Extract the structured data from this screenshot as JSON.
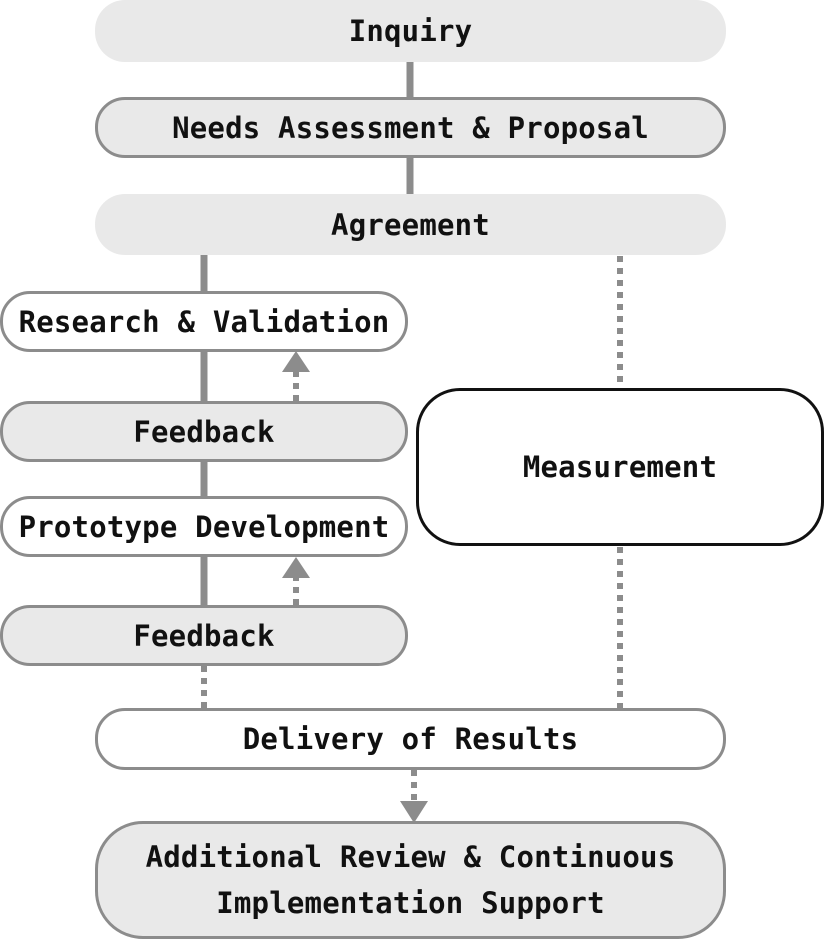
{
  "diagram": {
    "nodes": {
      "inquiry": "Inquiry",
      "needs_assessment": "Needs Assessment & Proposal",
      "agreement": "Agreement",
      "research_validation": "Research & Validation",
      "feedback_1": "Feedback",
      "prototype_development": "Prototype Development",
      "feedback_2": "Feedback",
      "measurement": "Measurement",
      "delivery": "Delivery of Results",
      "additional_review": {
        "line1": "Additional Review & Continuous",
        "line2": "Implementation Support"
      }
    },
    "edges": [
      {
        "from": "inquiry",
        "to": "needs_assessment",
        "style": "solid"
      },
      {
        "from": "needs_assessment",
        "to": "agreement",
        "style": "solid"
      },
      {
        "from": "agreement",
        "to": "research_validation",
        "style": "solid"
      },
      {
        "from": "research_validation",
        "to": "feedback_1",
        "style": "solid"
      },
      {
        "from": "feedback_1",
        "to": "research_validation",
        "style": "dotted-arrow"
      },
      {
        "from": "feedback_1",
        "to": "prototype_development",
        "style": "solid"
      },
      {
        "from": "prototype_development",
        "to": "feedback_2",
        "style": "solid"
      },
      {
        "from": "feedback_2",
        "to": "prototype_development",
        "style": "dotted-arrow"
      },
      {
        "from": "feedback_2",
        "to": "delivery",
        "style": "dotted"
      },
      {
        "from": "agreement",
        "to": "measurement",
        "style": "dotted"
      },
      {
        "from": "measurement",
        "to": "delivery",
        "style": "dotted"
      },
      {
        "from": "delivery",
        "to": "additional_review",
        "style": "dotted-arrow"
      }
    ],
    "colors": {
      "fill": "#e9e9e9",
      "border": "#8c8c8c",
      "connector": "#8c8c8c",
      "text": "#111111"
    }
  }
}
